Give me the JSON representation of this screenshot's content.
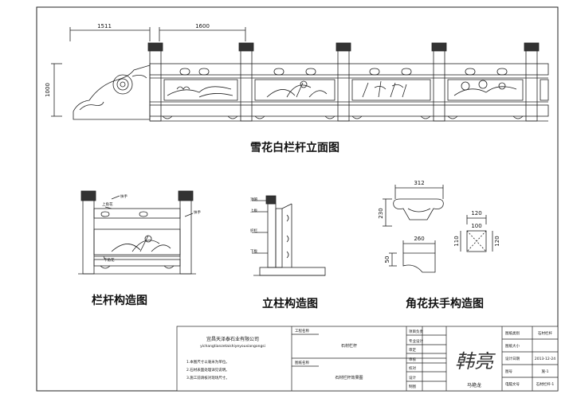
{
  "elevation": {
    "title": "雪花白栏杆立面图",
    "dim_left": "1511",
    "dim_span": "1600",
    "dim_height": "1000"
  },
  "railing_detail": {
    "title": "栏杆构造图",
    "labels": [
      "扶手",
      "上角花",
      "扶手",
      "下角花"
    ]
  },
  "post_detail": {
    "title": "立柱构造图",
    "labels": [
      "顶帽",
      "上板",
      "护栏",
      "下板"
    ]
  },
  "corner_detail": {
    "title": "角花扶手构造图",
    "dim_top_width": "312",
    "dim_top_height": "230",
    "dim_mid_width": "260",
    "dim_mid_height": "50",
    "dim_sq_top": "120",
    "dim_sq_inner": "100",
    "dim_sq_left": "110",
    "dim_sq_right": "120"
  },
  "title_block": {
    "company": "宜昌天泽泰石业有限公司",
    "company_en": "yichangtianzetaishiyeyouxiangongsi",
    "notes": [
      "1.本图尺寸以毫米为单位。",
      "2.石材表面处理详见说明。",
      "3.施工前请核对现场尺寸。"
    ],
    "project_label": "工程名称",
    "project_value": "石材栏杆",
    "drawing_label": "图纸名称",
    "drawing_value": "石材栏杆效果图",
    "role_labels": [
      "项目负责",
      "专业设计",
      "审定",
      "审核",
      "校对",
      "设计",
      "制图"
    ],
    "signature": "韩亮",
    "designer": "马艳龙",
    "right_labels": [
      "图纸类别",
      "图纸大小",
      "设计日期",
      "图号",
      "电脑文号"
    ],
    "right_values": [
      "石材栏杆",
      "",
      "2013-12-24",
      "施-1",
      "石材栏杆-1"
    ]
  }
}
